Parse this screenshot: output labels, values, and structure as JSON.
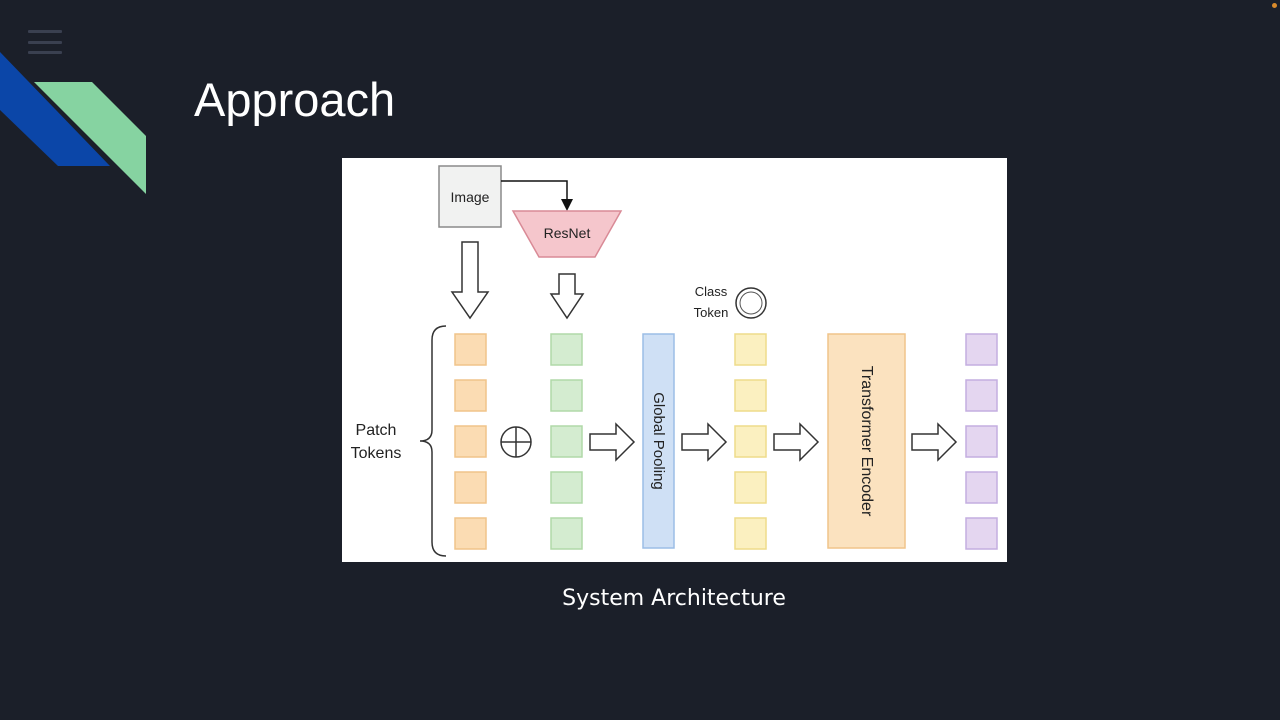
{
  "slide": {
    "title": "Approach",
    "caption": "System Architecture"
  },
  "diagram": {
    "image_label": "Image",
    "resnet_label": "ResNet",
    "patch_tokens_line1": "Patch",
    "patch_tokens_line2": "Tokens",
    "class_token_line1": "Class",
    "class_token_line2": "Token",
    "global_pooling_label": "Global Pooling",
    "transformer_encoder_label": "Transformer Encoder"
  },
  "colors": {
    "background": "#1b1f29",
    "accent_blue": "#0b46a8",
    "accent_green": "#86d3a1",
    "patch_orange": "#fbdcb3",
    "resnet_green": "#d4ecd0",
    "class_yellow": "#fbf0c0",
    "output_purple": "#e4d6f0",
    "pooling_blue": "#cfe0f5",
    "encoder_orange": "#fbe2bf",
    "resnet_pink": "#f5c6cc"
  }
}
